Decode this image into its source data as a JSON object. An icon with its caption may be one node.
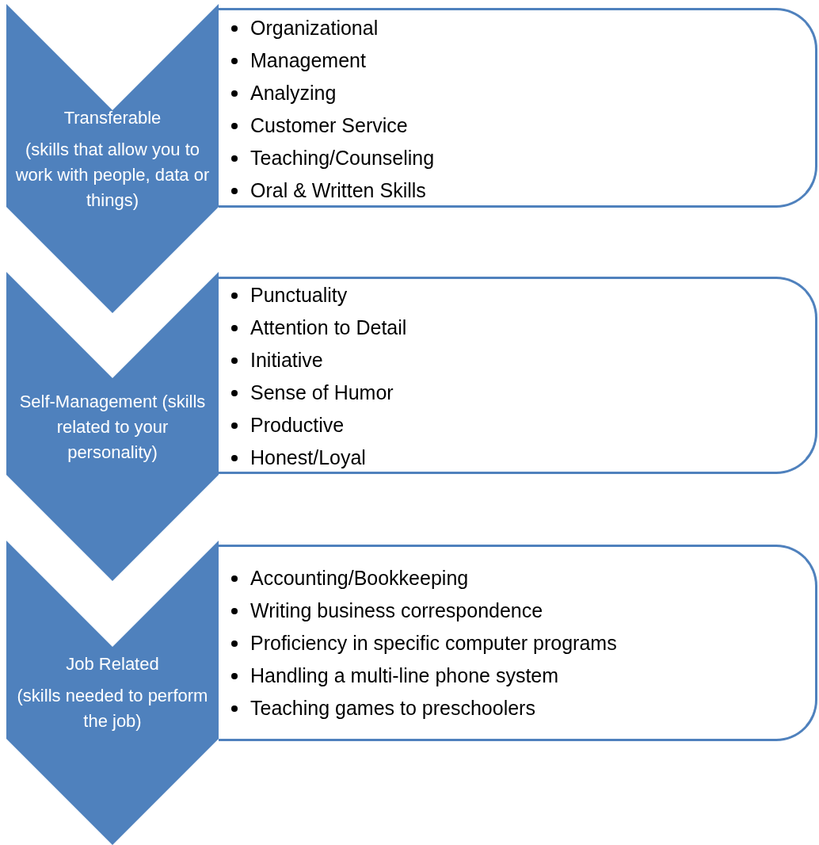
{
  "diagram": {
    "nodes": [
      {
        "text": [
          "Transferable",
          "(skills that allow you to work with people, data or things)"
        ]
      },
      {
        "text": [
          "Organizational",
          "Management",
          "Analyzing",
          "Customer Service",
          "Teaching/Counseling",
          "Oral & Written Skills"
        ]
      },
      {
        "text": [
          "Self-Management (skills related to your personality)"
        ]
      },
      {
        "text": [
          "Punctuality",
          "Attention to Detail",
          "Initiative",
          "Sense of Humor",
          "Productive",
          "Honest/Loyal"
        ]
      },
      {
        "text": [
          "Job Related",
          "(skills needed to perform the job)"
        ]
      },
      {
        "text": [
          "Accounting/Bookkeeping",
          "Writing business correspondence",
          "Proficiency in specific computer programs",
          "Handling a multi-line phone system",
          "Teaching games to preschoolers"
        ]
      }
    ]
  }
}
